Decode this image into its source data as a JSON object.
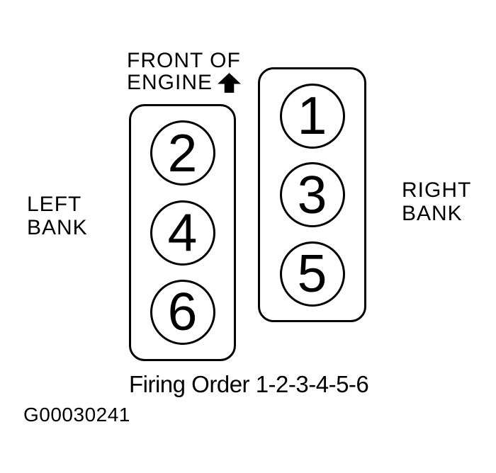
{
  "front_label": {
    "line1": "FRONT OF",
    "line2": "ENGINE"
  },
  "icons": {
    "front_direction": "up-arrow"
  },
  "banks": {
    "left": {
      "label_line1": "LEFT",
      "label_line2": "BANK",
      "cylinders": [
        "2",
        "4",
        "6"
      ]
    },
    "right": {
      "label_line1": "RIGHT",
      "label_line2": "BANK",
      "cylinders": [
        "1",
        "3",
        "5"
      ]
    }
  },
  "caption": "Firing Order 1-2-3-4-5-6",
  "firing_order_sequence": [
    1,
    2,
    3,
    4,
    5,
    6
  ],
  "figure_id": "G00030241",
  "colors": {
    "ink": "#000000",
    "background": "#ffffff"
  }
}
